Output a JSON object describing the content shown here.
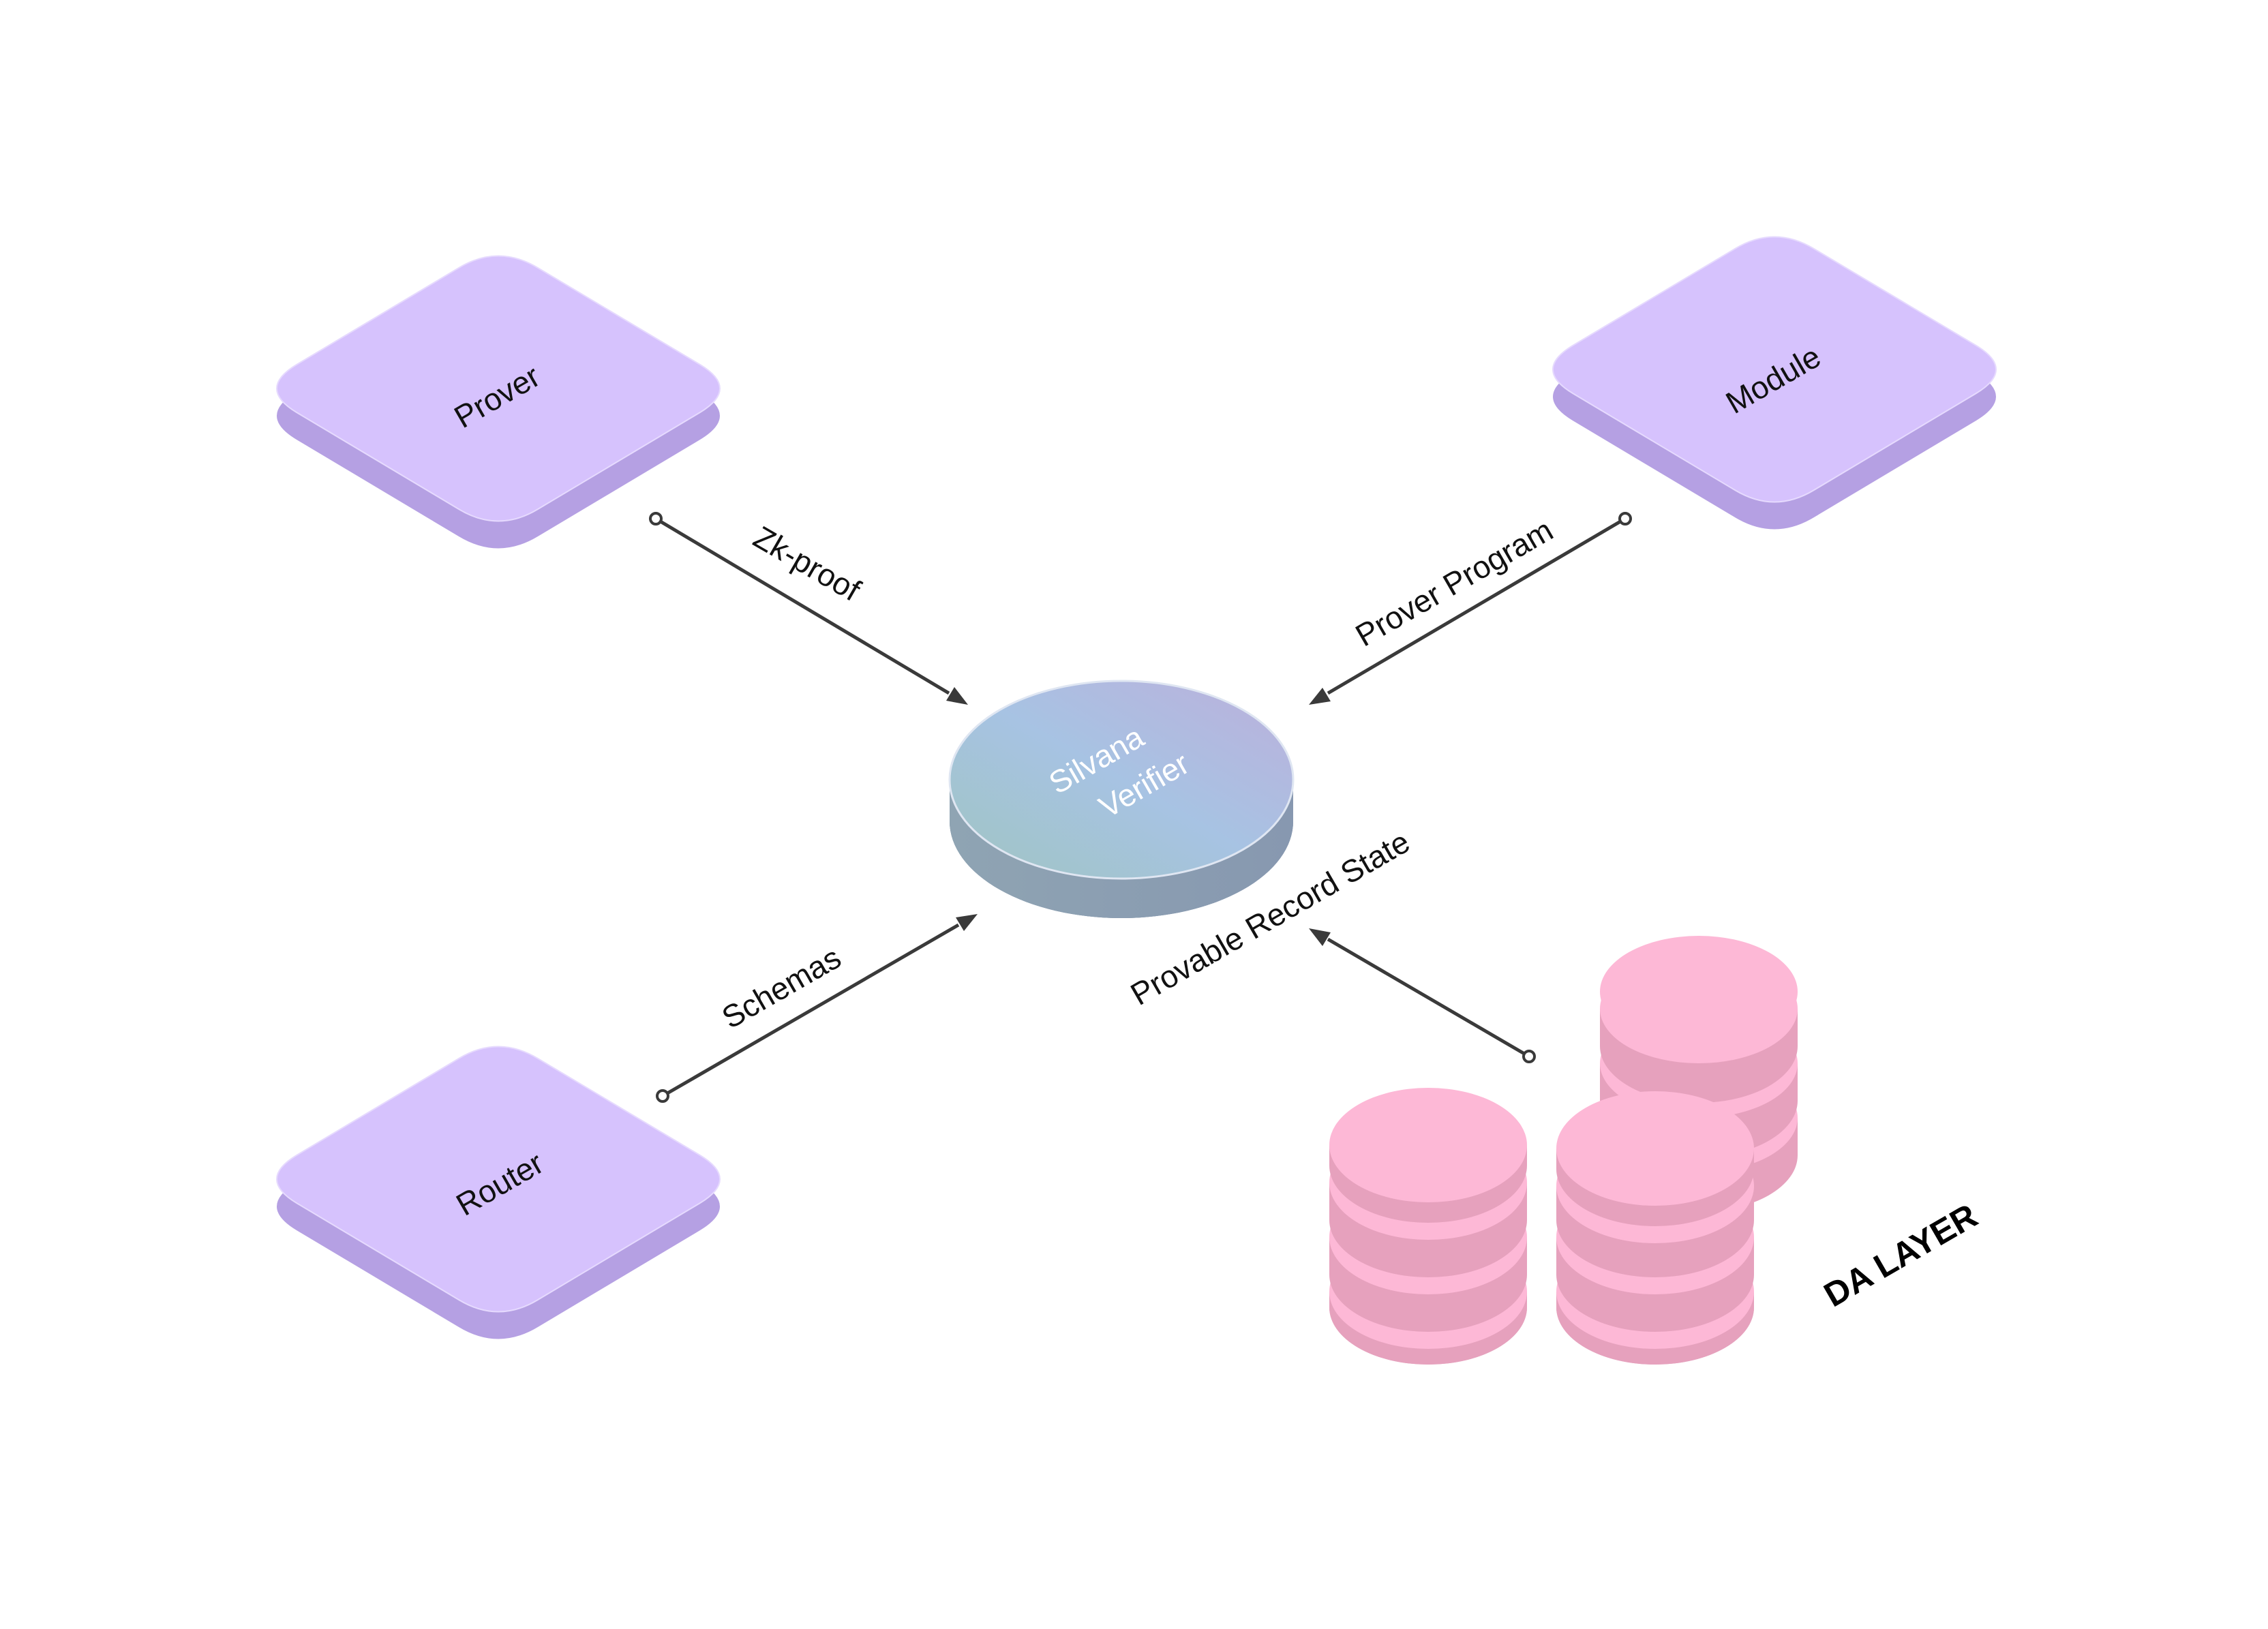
{
  "nodes": {
    "prover": {
      "label": "Prover"
    },
    "module": {
      "label": "Module"
    },
    "router": {
      "label": "Router"
    }
  },
  "hub": {
    "line1": "Silvana",
    "line2": "Verifier"
  },
  "edges": {
    "zk_proof": {
      "label": "Zk-proof"
    },
    "prover_program": {
      "label": "Prover Program"
    },
    "schemas": {
      "label": "Schemas"
    },
    "provable_record_state": {
      "label": "Provable Record State"
    }
  },
  "da_layer": {
    "label": "DA LAYER"
  },
  "colors": {
    "node_top": "#d6c2fd",
    "node_side": "#b5a0e3",
    "hub_gradient_start": "#9fc4c2",
    "hub_gradient_end": "#b4b2e0",
    "hub_side": "#8a9db3",
    "db_top": "#fdb8d6",
    "db_side": "#e6a1bd",
    "arrow": "#3a3a3a"
  }
}
